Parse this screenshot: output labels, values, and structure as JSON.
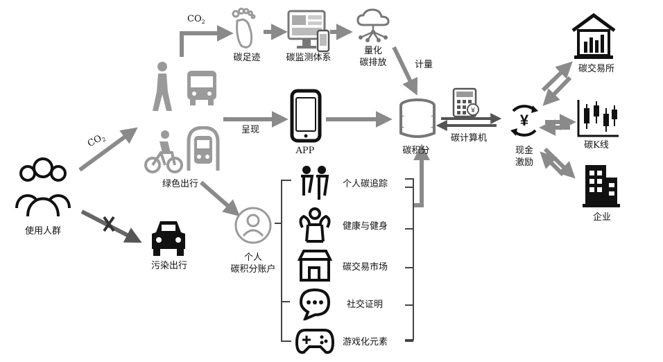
{
  "nodes": {
    "users": "使用人群",
    "green_travel": "绿色出行",
    "polluting_travel": "污染出行",
    "carbon_footprint": "碳足迹",
    "carbon_monitoring": "碳监测体系",
    "quantify": "量化",
    "carbon_emission": "碳排放",
    "app": "APP",
    "personal_account_line1": "个人",
    "personal_account_line2": "碳积分账户",
    "carbon_points": "碳积分",
    "carbon_calculator": "碳计算机",
    "cash_line1": "现金",
    "cash_line2": "激励",
    "carbon_exchange": "碳交易所",
    "carbon_kline": "碳K线",
    "enterprise": "企业"
  },
  "edges": {
    "co2_upper_main": "CO",
    "co2_upper_sub": "2",
    "co2_lower_main": "CO",
    "co2_lower_sub": "2",
    "present": "呈现",
    "metering": "计量"
  },
  "services": [
    {
      "label": "个人碳追踪",
      "icon": "people-icon"
    },
    {
      "label": "健康与健身",
      "icon": "muscle-icon"
    },
    {
      "label": "碳交易市场",
      "icon": "store-icon"
    },
    {
      "label": "社交证明",
      "icon": "chat-icon"
    },
    {
      "label": "游戏化元素",
      "icon": "gamepad-icon"
    }
  ],
  "colors": {
    "arrow_gray": "#8a8a8a",
    "icon_dark": "#111111",
    "icon_gray": "#9a9a9a"
  }
}
